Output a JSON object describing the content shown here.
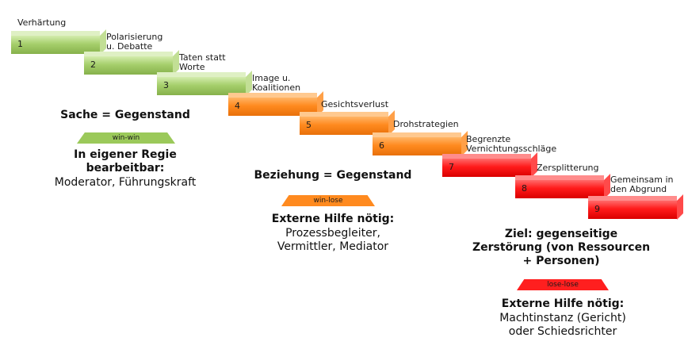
{
  "steps": [
    {
      "number": "1",
      "label_lines": [
        "Verhärtung"
      ],
      "color": "green"
    },
    {
      "number": "2",
      "label_lines": [
        "Polarisierung",
        "u. Debatte"
      ],
      "color": "green"
    },
    {
      "number": "3",
      "label_lines": [
        "Taten statt",
        "Worte"
      ],
      "color": "green"
    },
    {
      "number": "4",
      "label_lines": [
        "Image u.",
        "Koalitionen"
      ],
      "color": "orange"
    },
    {
      "number": "5",
      "label_lines": [
        "Gesichtsverlust"
      ],
      "color": "orange"
    },
    {
      "number": "6",
      "label_lines": [
        "Drohstrategien"
      ],
      "color": "orange"
    },
    {
      "number": "7",
      "label_lines": [
        "Begrenzte",
        "Vernichtungsschläge"
      ],
      "color": "red"
    },
    {
      "number": "8",
      "label_lines": [
        "Zersplitterung"
      ],
      "color": "red"
    },
    {
      "number": "9",
      "label_lines": [
        "Gemeinsam in",
        "den Abgrund"
      ],
      "color": "red"
    }
  ],
  "phases": [
    {
      "heading": "Sache = Gegenstand",
      "badge": "win-win",
      "badge_color": "#9bc95a",
      "bold_lines": [
        "In eigener Regie",
        "bearbeitbar:"
      ],
      "normal_lines": [
        "Moderator, Führungskraft"
      ]
    },
    {
      "heading": "Beziehung = Gegenstand",
      "badge": "win-lose",
      "badge_color": "#ff8a1f",
      "bold_lines": [
        "Externe Hilfe nötig:"
      ],
      "normal_lines": [
        "Prozessbegleiter,",
        "Vermittler, Mediator"
      ]
    },
    {
      "heading_lines": [
        "Ziel: gegenseitige",
        "Zerstörung (von Ressourcen",
        "+ Personen)"
      ],
      "badge": "lose-lose",
      "badge_color": "#ff1f1f",
      "bold_lines": [
        "Externe Hilfe nötig:"
      ],
      "normal_lines": [
        "Machtinstanz (Gericht)",
        "oder Schiedsrichter"
      ]
    }
  ]
}
